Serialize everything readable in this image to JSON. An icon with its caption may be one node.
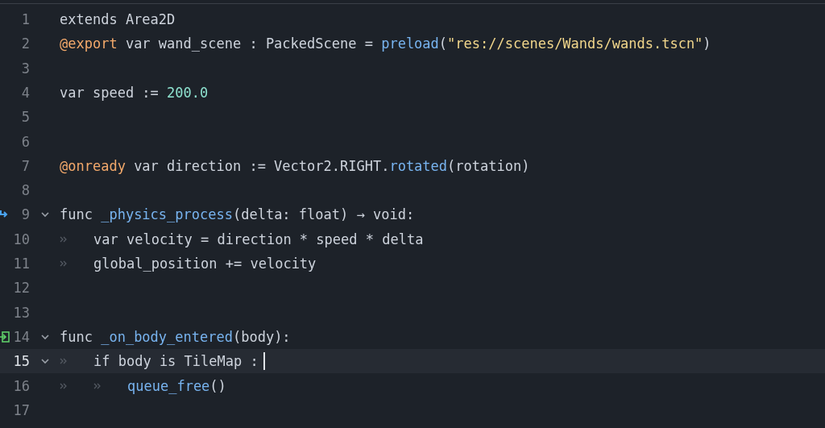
{
  "diagram": {
    "labels": [
      "1",
      "extends Area2D",
      "2",
      "@export var wand_scene : PackedScene = preload(\"res://scenes/Wands/wands.tscn\")",
      "3",
      "4",
      "var speed := 200.0",
      "5",
      "6",
      "7",
      "@onready var direction := Vector2.RIGHT.rotated(rotation)",
      "8",
      "9",
      "func _physics_process(delta: float) → void:",
      "10",
      "var velocity = direction * speed * delta",
      "11",
      "global_position += velocity",
      "12",
      "13",
      "14",
      "func _on_body_entered(body):",
      "15",
      "if body is TileMap :",
      "16",
      "queue_free()",
      "17"
    ]
  }
}
